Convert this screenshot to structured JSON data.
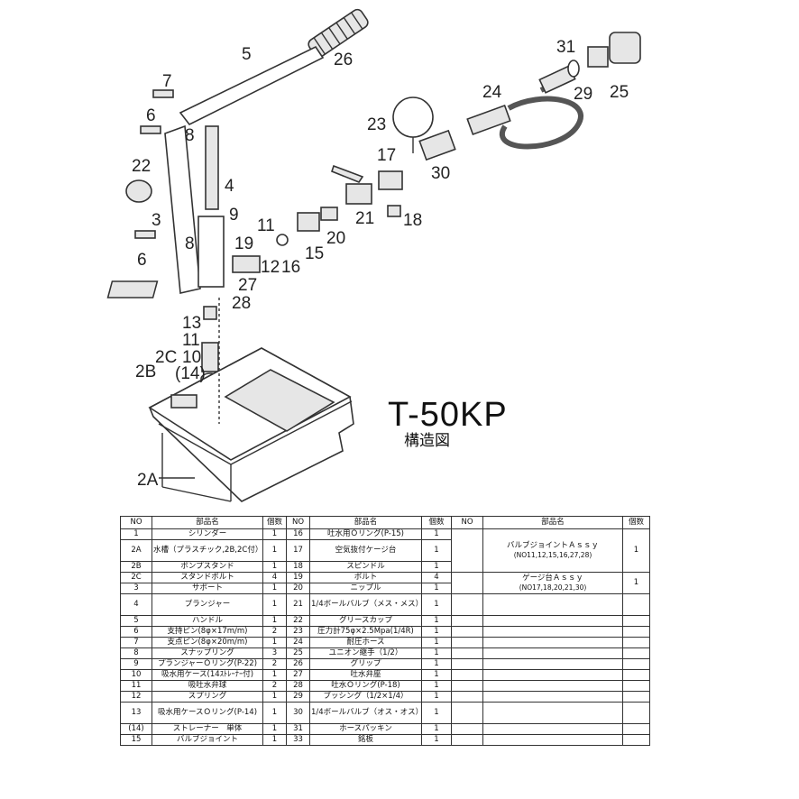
{
  "model": "T-50KP",
  "subtitle": "構造図",
  "callouts": [
    "5",
    "26",
    "7",
    "6",
    "8",
    "4",
    "9",
    "22",
    "3",
    "11",
    "19",
    "8",
    "6",
    "12",
    "16",
    "15",
    "20",
    "21",
    "18",
    "17",
    "30",
    "23",
    "24",
    "31",
    "29",
    "25",
    "27",
    "28",
    "13",
    "11",
    "10",
    "2B",
    "2C",
    "(14)",
    "2A"
  ],
  "table": {
    "headers": [
      "NO",
      "部品名",
      "個数",
      "NO",
      "部品名",
      "個数",
      "NO",
      "部品名",
      "個数"
    ],
    "rows": [
      [
        "1",
        "シリンダー",
        "1",
        "16",
        "吐水用Ｏリング(P-15)",
        "1"
      ],
      [
        "2A",
        "水槽（プラスチック,2B,2C付）",
        "1",
        "17",
        "空気抜付ケージ台",
        "1"
      ],
      [
        "2B",
        "ポンプスタンド",
        "1",
        "18",
        "スピンドル",
        "1"
      ],
      [
        "2C",
        "スタンドボルト",
        "4",
        "19",
        "ボルト",
        "4"
      ],
      [
        "3",
        "サポート",
        "1",
        "20",
        "ニップル",
        "1"
      ],
      [
        "4",
        "プランジャー",
        "1",
        "21",
        "1/4ボールバルブ（メス・メス）",
        "1"
      ],
      [
        "5",
        "ハンドル",
        "1",
        "22",
        "グリースカップ",
        "1"
      ],
      [
        "6",
        "支持ピン(8φ×17m/m)",
        "2",
        "23",
        "圧力計75φ×2.5Mpa(1/4R)",
        "1"
      ],
      [
        "7",
        "支点ピン(8φ×20m/m)",
        "1",
        "24",
        "耐圧ホース",
        "1"
      ],
      [
        "8",
        "スナップリング",
        "3",
        "25",
        "ユニオン継手（1/2）",
        "1"
      ],
      [
        "9",
        "プランジャーＯリング(P-22)",
        "2",
        "26",
        "グリップ",
        "1"
      ],
      [
        "10",
        "吸水用ケース(14ｽﾄﾚｰﾅｰ付)",
        "1",
        "27",
        "吐水弁座",
        "1"
      ],
      [
        "11",
        "吸吐水弁球",
        "2",
        "28",
        "吐水Ｏリング(P-18)",
        "1"
      ],
      [
        "12",
        "スプリング",
        "1",
        "29",
        "ブッシング（1/2×1/4）",
        "1"
      ],
      [
        "13",
        "吸水用ケースＯリング(P-14)",
        "1",
        "30",
        "1/4ボールバルブ（オス・オス）",
        "1"
      ],
      [
        "(14)",
        "ストレーナー　単体",
        "1",
        "31",
        "ホースパッキン",
        "1"
      ],
      [
        "15",
        "バルブジョイント",
        "1",
        "33",
        "銘板",
        "1"
      ]
    ],
    "assy": [
      {
        "name": "バルブジョイントＡｓｓｙ",
        "detail": "(NO11,12,15,16,27,28)",
        "qty": "1"
      },
      {
        "name": "ゲージ台Ａｓｓｙ",
        "detail": "(NO17,18,20,21,30)",
        "qty": "1"
      }
    ]
  }
}
